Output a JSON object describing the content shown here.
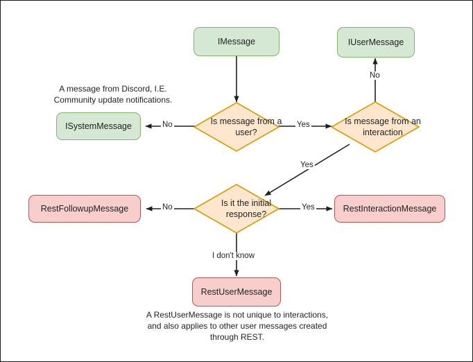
{
  "diagram": {
    "title": "Discord message type decision flowchart",
    "colors": {
      "green_fill": "#d5e8d4",
      "green_stroke": "#82b366",
      "red_fill": "#f8cecc",
      "red_stroke": "#b85450",
      "diamond_fill": "#ffe6cc",
      "diamond_stroke": "#d79b00",
      "edge_stroke": "#1f1f1f",
      "text": "#1f1f1f",
      "frame": "#1a1a1a"
    },
    "nodes": {
      "imessage": "IMessage",
      "iusermessage": "IUserMessage",
      "isystemmessage": "ISystemMessage",
      "restfollowupmessage": "RestFollowupMessage",
      "restinteractionmessage": "RestInteractionMessage",
      "restusermessage": "RestUserMessage",
      "decision_user": "Is message from a user?",
      "decision_interaction": "Is message from an interaction",
      "decision_initial": "Is it the initial response?"
    },
    "edge_labels": {
      "user_no": "No",
      "user_yes": "Yes",
      "interaction_no": "No",
      "interaction_yes": "Yes",
      "initial_no": "No",
      "initial_yes": "Yes",
      "initial_unknown": "I don't know"
    },
    "notes": {
      "system_note": "A message from Discord, I.E.\nCommunity update notifications.",
      "rest_note": "A RestUserMessage is not unique to interactions,\nand also applies to other user messages created\nthrough REST."
    }
  }
}
